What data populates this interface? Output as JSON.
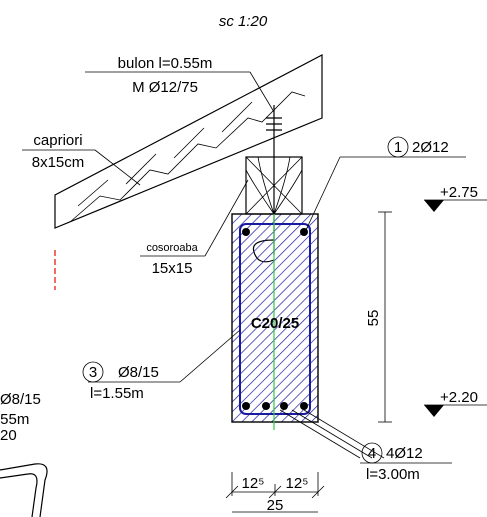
{
  "drawing": {
    "scale": "sc 1:20",
    "bolt": {
      "line1": "bulon l=0.55m",
      "line2": "M Ø12/75"
    },
    "rafter": {
      "line1": "capriori",
      "line2": "8x15cm"
    },
    "plate": {
      "line1": "cosoroaba",
      "line2": "15x15"
    },
    "bars": {
      "top": {
        "number": "1",
        "text": "2Ø12"
      },
      "stirrup": {
        "number": "3",
        "text": "Ø8/15",
        "length": "l=1.55m"
      },
      "bottom": {
        "number": "4",
        "text": "4Ø12",
        "length": "l=3.00m"
      }
    },
    "concrete": "C20/25",
    "height": "55",
    "levels": {
      "top": "+2.75",
      "bottom": "+2.20"
    },
    "widths": {
      "left": "12⁵",
      "right": "12⁵",
      "total": "25"
    },
    "partial": {
      "line1": "Ø8/15",
      "line2": ".55m",
      "line3": "20"
    },
    "colors": {
      "concrete_fill": "#2a2abf",
      "hatch": "#1a1aa0",
      "axis": "#2ecc40",
      "cut_line": "#e0301e"
    }
  }
}
